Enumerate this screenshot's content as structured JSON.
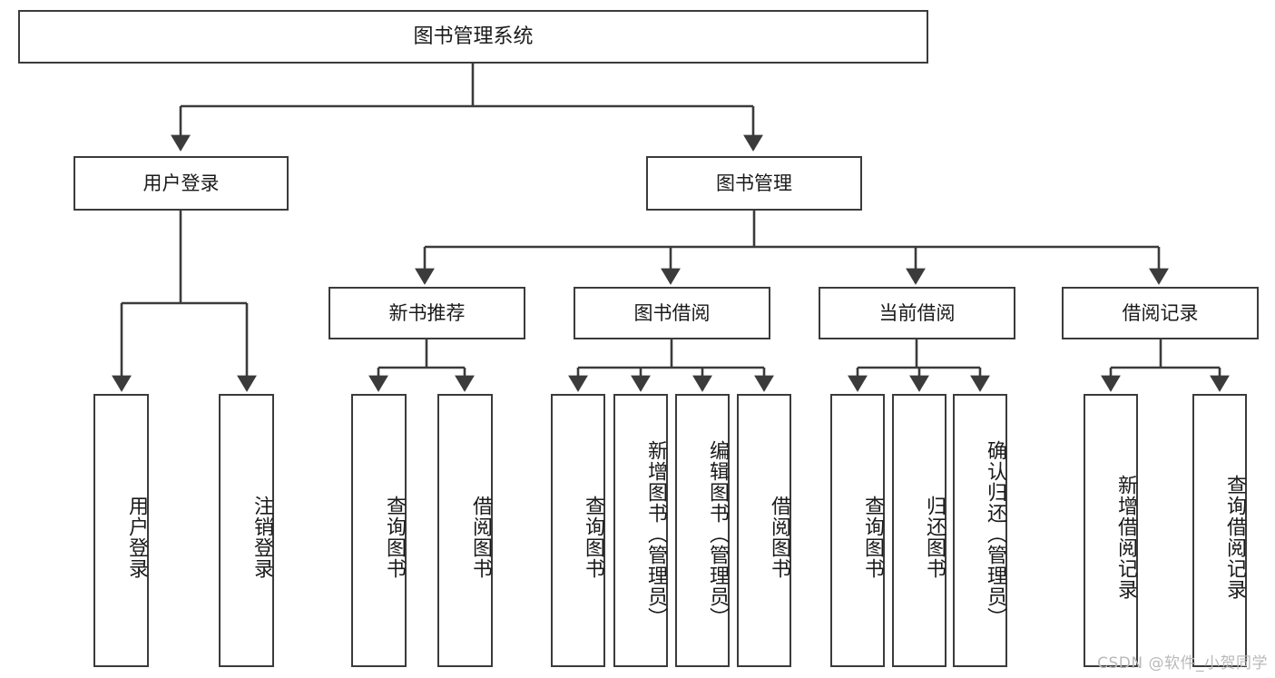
{
  "diagram": {
    "type": "tree-hierarchy",
    "title": "图书管理系统",
    "root": {
      "id": "root",
      "label": "图书管理系统"
    },
    "level1": [
      {
        "id": "user-login",
        "label": "用户登录"
      },
      {
        "id": "book-manage",
        "label": "图书管理"
      }
    ],
    "level2": [
      {
        "id": "new-book-rec",
        "label": "新书推荐",
        "parent": "book-manage"
      },
      {
        "id": "book-borrow",
        "label": "图书借阅",
        "parent": "book-manage"
      },
      {
        "id": "current-borrow",
        "label": "当前借阅",
        "parent": "book-manage"
      },
      {
        "id": "borrow-record",
        "label": "借阅记录",
        "parent": "book-manage"
      }
    ],
    "leaves": [
      {
        "id": "leaf-user-login",
        "label": "用户登录",
        "parent": "user-login"
      },
      {
        "id": "leaf-logout",
        "label": "注销登录",
        "parent": "user-login"
      },
      {
        "id": "leaf-query-book-1",
        "label": "查询图书",
        "parent": "new-book-rec"
      },
      {
        "id": "leaf-borrow-book-1",
        "label": "借阅图书",
        "parent": "new-book-rec"
      },
      {
        "id": "leaf-query-book-2",
        "label": "查询图书",
        "parent": "book-borrow"
      },
      {
        "id": "leaf-add-book",
        "label": "新增图书（管理员）",
        "parent": "book-borrow"
      },
      {
        "id": "leaf-edit-book",
        "label": "编辑图书（管理员）",
        "parent": "book-borrow"
      },
      {
        "id": "leaf-borrow-book-2",
        "label": "借阅图书",
        "parent": "book-borrow"
      },
      {
        "id": "leaf-query-book-3",
        "label": "查询图书",
        "parent": "current-borrow"
      },
      {
        "id": "leaf-return-book",
        "label": "归还图书",
        "parent": "current-borrow"
      },
      {
        "id": "leaf-confirm-return",
        "label": "确认归还（管理员）",
        "parent": "current-borrow"
      },
      {
        "id": "leaf-add-record",
        "label": "新增借阅记录",
        "parent": "borrow-record"
      },
      {
        "id": "leaf-query-record",
        "label": "查询借阅记录",
        "parent": "borrow-record"
      }
    ],
    "colors": {
      "stroke": "#3b3b3b",
      "fill": "#ffffff",
      "text": "#1a1a1a",
      "watermark": "#b9b9b9"
    }
  },
  "watermark": {
    "text": "CSDN @软件_小贺同学"
  }
}
